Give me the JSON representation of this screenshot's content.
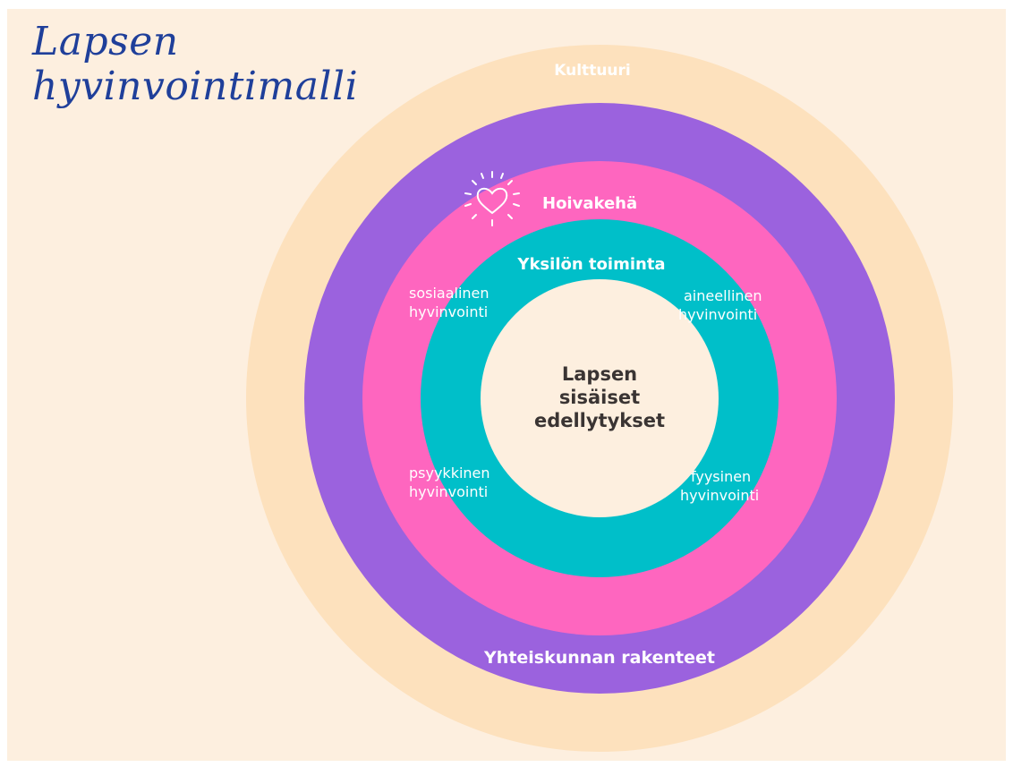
{
  "title": {
    "line1": "Lapsen",
    "line2": "hyvinvointimalli"
  },
  "rings": {
    "culture": {
      "label": "Kulttuuri",
      "color": "#fde1bd"
    },
    "society": {
      "label": "Yhteiskunnan rakenteet",
      "color": "#9b62de"
    },
    "care": {
      "label": "Hoivakehä",
      "color": "#fe66bf"
    },
    "action": {
      "label": "Yksilön toiminta",
      "color": "#00bfc9"
    },
    "core": {
      "line1": "Lapsen",
      "line2": "sisäiset",
      "line3": "edellytykset",
      "color": "#fdefdf"
    }
  },
  "wellbeing": {
    "social": {
      "line1": "sosiaalinen",
      "line2": "hyvinvointi"
    },
    "material": {
      "line1": "aineellinen",
      "line2": "hyvinvointi"
    },
    "psychological": {
      "line1": "psyykkinen",
      "line2": "hyvinvointi"
    },
    "physical": {
      "line1": "fyysinen",
      "line2": "hyvinvointi"
    }
  },
  "icons": {
    "heart": "heart-icon"
  }
}
